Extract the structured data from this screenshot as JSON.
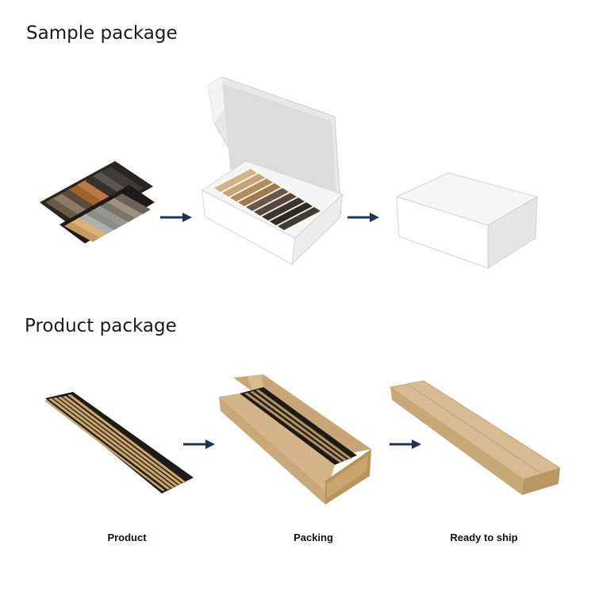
{
  "sections": {
    "sample": {
      "title": "Sample package"
    },
    "product": {
      "title": "Product package",
      "steps": [
        {
          "label": "Product"
        },
        {
          "label": "Packing"
        },
        {
          "label": "Ready to ship"
        }
      ]
    }
  },
  "colors": {
    "arrow": "#1f3557",
    "kraft": "#d2b48c",
    "white_box": "#f2f2f2",
    "slat_dark": "#2b2622",
    "slat_wood": "#c9a46b"
  },
  "icons": [
    "arrow-right-icon"
  ]
}
